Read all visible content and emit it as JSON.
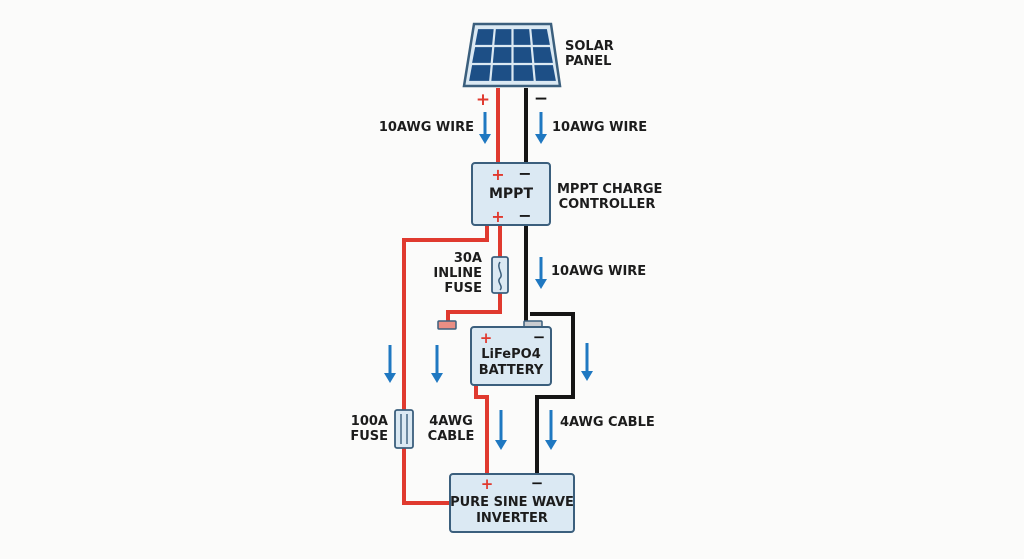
{
  "components": {
    "solar_panel": {
      "label_line1": "SOLAR",
      "label_line2": "PANEL"
    },
    "mppt": {
      "box_label": "MPPT",
      "side_line1": "MPPT CHARGE",
      "side_line2": "CONTROLLER"
    },
    "battery": {
      "label_line1": "LiFePO4",
      "label_line2": "BATTERY"
    },
    "inverter": {
      "label_line1": "PURE SINE WAVE",
      "label_line2": "INVERTER"
    }
  },
  "wires": {
    "panel_pos": "10AWG WIRE",
    "panel_neg": "10AWG WIRE",
    "mppt_neg": "10AWG WIRE",
    "battery_pos": {
      "line1": "4AWG",
      "line2": "CABLE"
    },
    "battery_neg": "4AWG CABLE"
  },
  "fuses": {
    "inline": {
      "line1": "30A",
      "line2": "INLINE",
      "line3": "FUSE"
    },
    "main": {
      "line1": "100A",
      "line2": "FUSE"
    }
  },
  "terminals": {
    "positive": "+",
    "negative": "−"
  },
  "colors": {
    "positive_wire": "#e03a2f",
    "negative_wire": "#151515",
    "arrow": "#1f78c1",
    "box_fill": "#dbe9f3",
    "box_stroke": "#3b5f7d",
    "panel_cell": "#1d4f86"
  }
}
